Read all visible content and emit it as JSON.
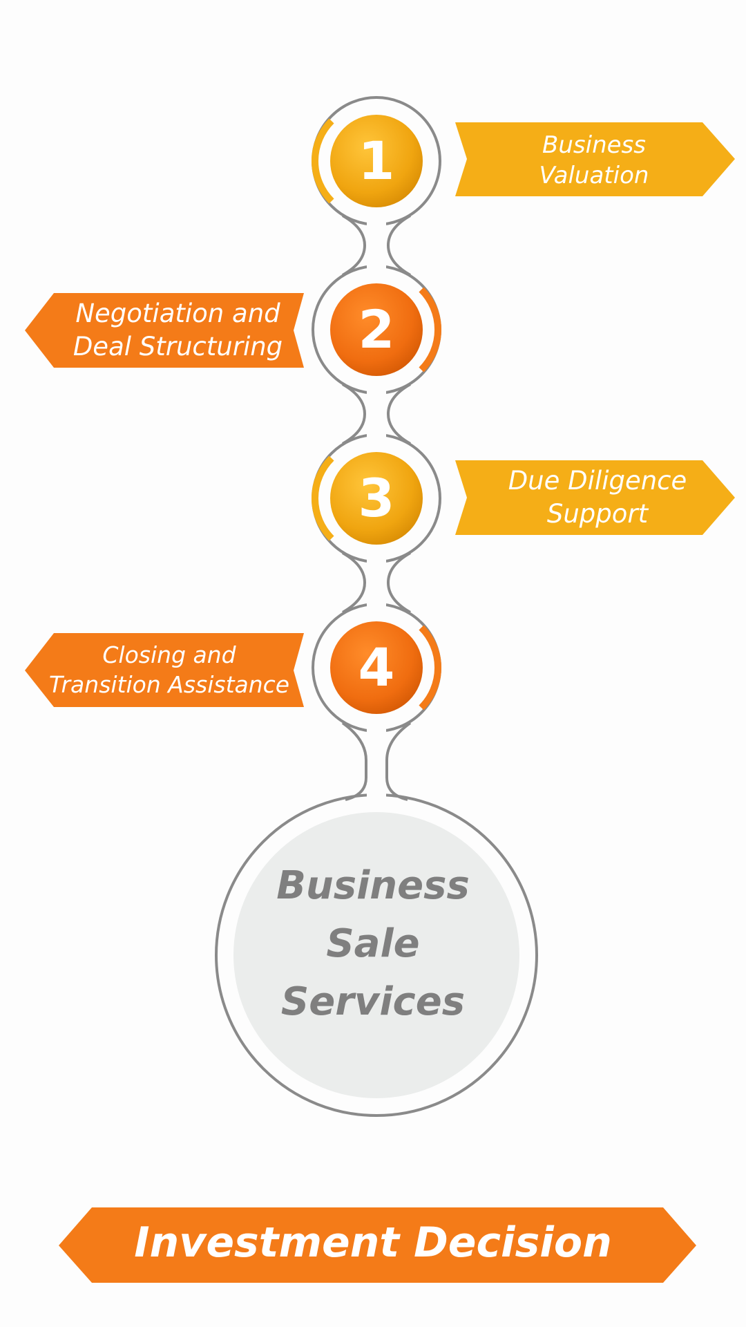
{
  "steps": [
    {
      "number": "1",
      "lines": [
        "Business",
        "Valuation"
      ],
      "color": "#f5ae17"
    },
    {
      "number": "2",
      "lines": [
        "Negotiation and",
        "Deal Structuring"
      ],
      "color": "#f47b18"
    },
    {
      "number": "3",
      "lines": [
        "Due Diligence",
        "Support"
      ],
      "color": "#f5ae17"
    },
    {
      "number": "4",
      "lines": [
        "Closing and",
        "Transition Assistance"
      ],
      "color": "#f47b18"
    }
  ],
  "center": {
    "lines": [
      "Business",
      "Sale",
      "Services"
    ]
  },
  "footer": {
    "label": "Investment Decision",
    "color": "#f47b18"
  },
  "colors": {
    "yellow": "#f5ae17",
    "orange": "#f47b18",
    "outline": "#8a8a8a",
    "center_fill": "#ebedec",
    "text_gray": "#7f7f7f"
  }
}
